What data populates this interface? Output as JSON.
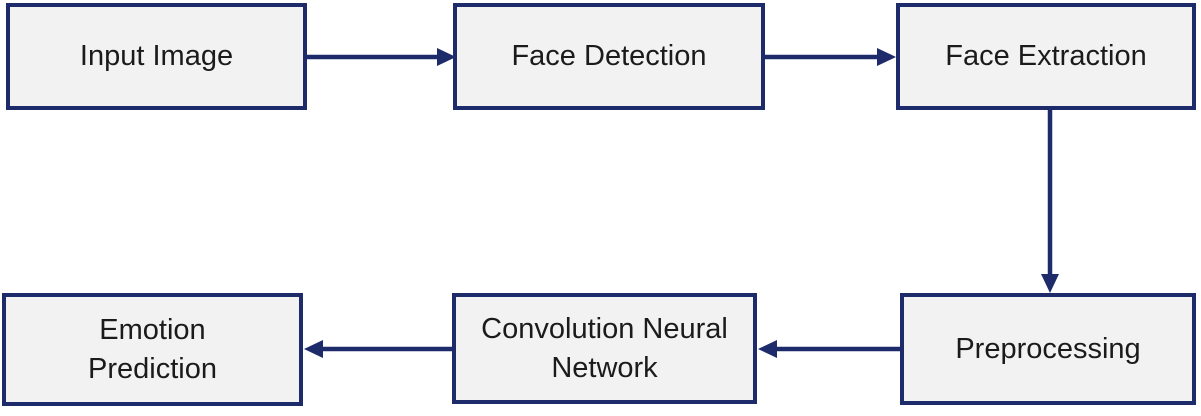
{
  "diagram": {
    "colors": {
      "node_fill": "#f2f2f2",
      "node_border": "#1e2b6b",
      "arrow": "#1e2b6b",
      "text": "#1b1b1b",
      "background": "#ffffff"
    },
    "nodes": [
      {
        "id": "input-image",
        "label": "Input Image"
      },
      {
        "id": "face-detection",
        "label": "Face Detection"
      },
      {
        "id": "face-extraction",
        "label": "Face Extraction"
      },
      {
        "id": "preprocessing",
        "label": "Preprocessing"
      },
      {
        "id": "cnn",
        "label": "Convolution Neural Network"
      },
      {
        "id": "emotion-prediction",
        "label": "Emotion Prediction"
      }
    ],
    "edges": [
      {
        "from": "input-image",
        "to": "face-detection",
        "direction": "right"
      },
      {
        "from": "face-detection",
        "to": "face-extraction",
        "direction": "right"
      },
      {
        "from": "face-extraction",
        "to": "preprocessing",
        "direction": "down"
      },
      {
        "from": "preprocessing",
        "to": "cnn",
        "direction": "left"
      },
      {
        "from": "cnn",
        "to": "emotion-prediction",
        "direction": "left"
      }
    ]
  }
}
